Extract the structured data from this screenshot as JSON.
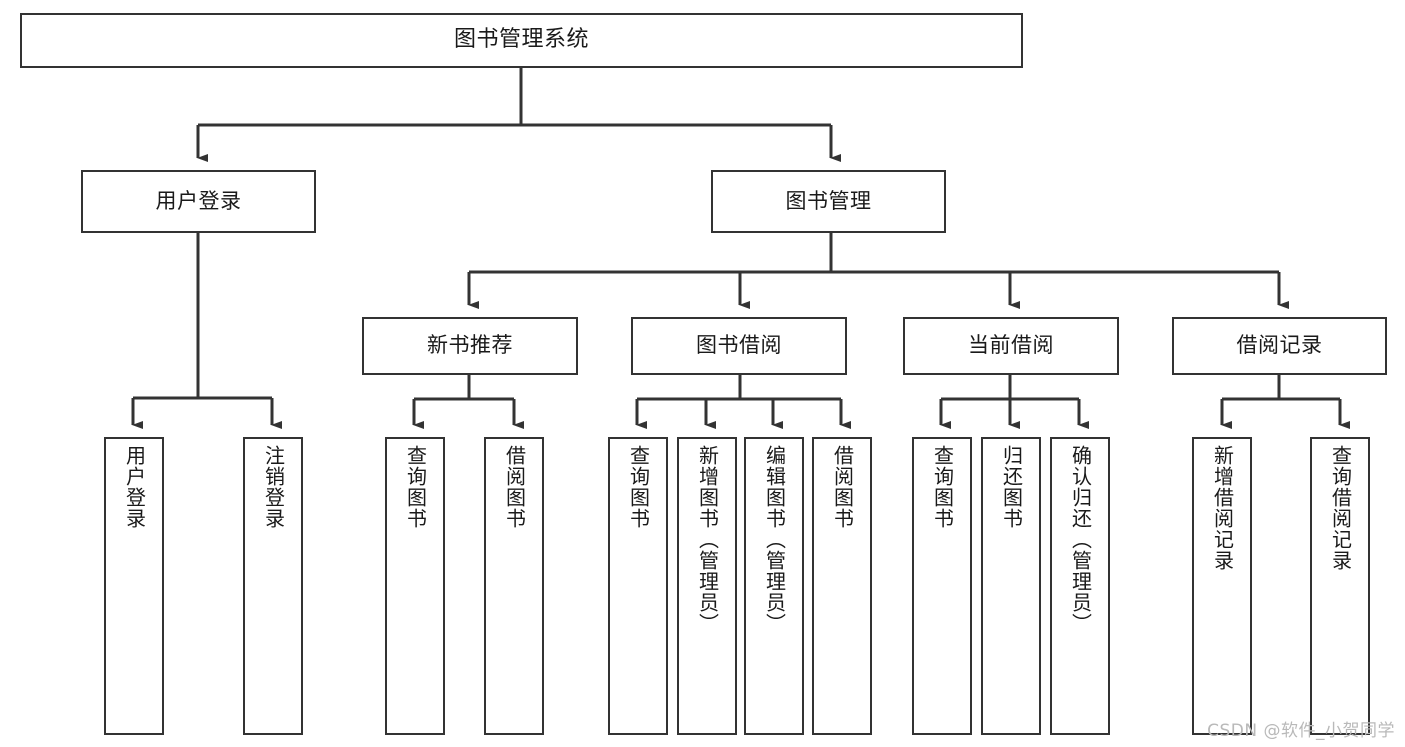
{
  "diagram": {
    "title": "图书管理系统",
    "type": "tree-hierarchy-chart",
    "watermark": "CSDN @软件_小贺同学",
    "colors": {
      "node_border": "#333333",
      "node_fill": "#ffffff",
      "edge": "#333333",
      "text": "#1a1a1a",
      "watermark": "#b9b9b9",
      "background": "#ffffff"
    },
    "nodes": {
      "root": {
        "label": "图书管理系统"
      },
      "level1": [
        {
          "id": "user-login",
          "label": "用户登录"
        },
        {
          "id": "book-manage",
          "label": "图书管理"
        }
      ],
      "level2": [
        {
          "id": "new-book-recommend",
          "label": "新书推荐"
        },
        {
          "id": "book-borrow",
          "label": "图书借阅"
        },
        {
          "id": "current-borrow",
          "label": "当前借阅"
        },
        {
          "id": "borrow-record",
          "label": "借阅记录"
        }
      ],
      "leaves": {
        "user-login": [
          {
            "id": "leaf-user-login",
            "label": "用户登录"
          },
          {
            "id": "leaf-user-logout",
            "label": "注销登录"
          }
        ],
        "new-book-recommend": [
          {
            "id": "leaf-query-book-1",
            "label": "查询图书"
          },
          {
            "id": "leaf-borrow-book-1",
            "label": "借阅图书"
          }
        ],
        "book-borrow": [
          {
            "id": "leaf-query-book-2",
            "label": "查询图书"
          },
          {
            "id": "leaf-add-book",
            "label": "新增图书（管理员）"
          },
          {
            "id": "leaf-edit-book",
            "label": "编辑图书（管理员）"
          },
          {
            "id": "leaf-borrow-book-2",
            "label": "借阅图书"
          }
        ],
        "current-borrow": [
          {
            "id": "leaf-query-book-3",
            "label": "查询图书"
          },
          {
            "id": "leaf-return-book",
            "label": "归还图书"
          },
          {
            "id": "leaf-confirm-return",
            "label": "确认归还（管理员）"
          }
        ],
        "borrow-record": [
          {
            "id": "leaf-add-record",
            "label": "新增借阅记录"
          },
          {
            "id": "leaf-query-record",
            "label": "查询借阅记录"
          }
        ]
      }
    }
  }
}
